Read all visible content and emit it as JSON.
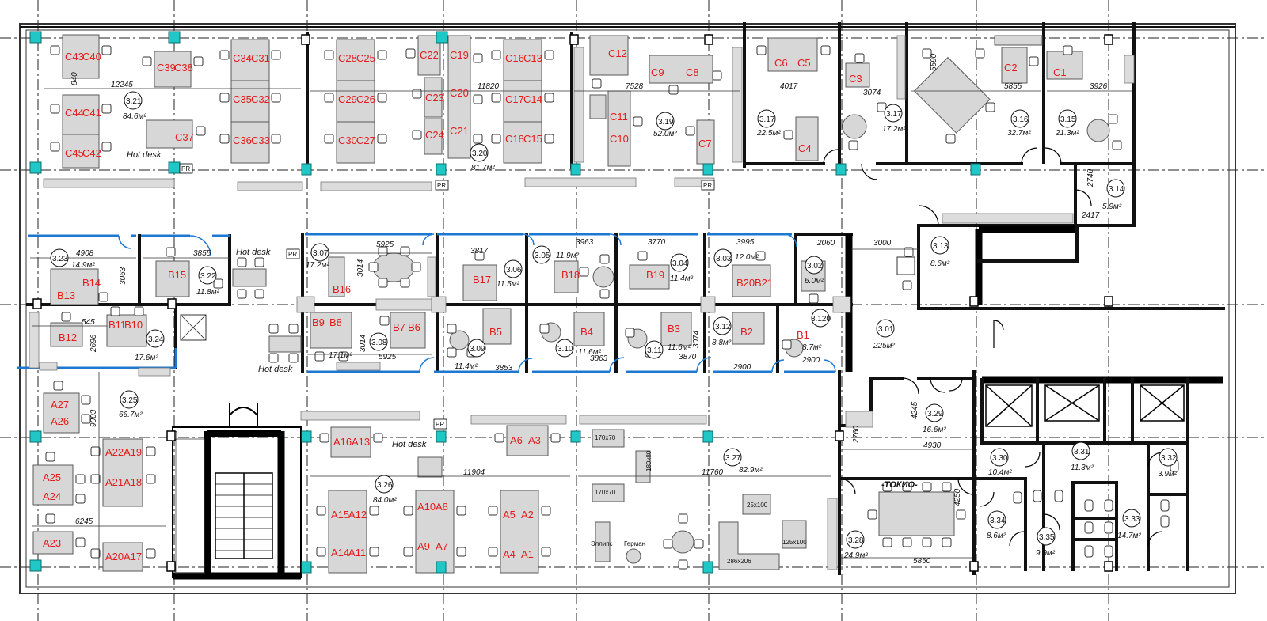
{
  "plan": {
    "desk_labels": [
      "C43",
      "C40",
      "C39",
      "C38",
      "C34",
      "C31",
      "C28",
      "C25",
      "C22",
      "C19",
      "C16",
      "C13",
      "C12",
      "C9",
      "C8",
      "C6",
      "C5",
      "C3",
      "C2",
      "C1",
      "C44",
      "C41",
      "C35",
      "C32",
      "C29",
      "C26",
      "C23",
      "C20",
      "C17",
      "C14",
      "C11",
      "C10",
      "C45",
      "C42",
      "C37",
      "C36",
      "C33",
      "C30",
      "C27",
      "C24",
      "C21",
      "C18",
      "C15",
      "C7",
      "C4",
      "B14",
      "B15",
      "B13",
      "B16",
      "B17",
      "B18",
      "B19",
      "B20",
      "B21",
      "B12",
      "B11",
      "B10",
      "B9",
      "B8",
      "B7",
      "B6",
      "B5",
      "B4",
      "B3",
      "B2",
      "B1",
      "A27",
      "A26",
      "A22",
      "A19",
      "A21",
      "A18",
      "A25",
      "A24",
      "A23",
      "A20",
      "A17",
      "A16",
      "A13",
      "A6",
      "A3",
      "A15",
      "A12",
      "A10",
      "A8",
      "A5",
      "A2",
      "A14",
      "A11",
      "A9",
      "A7",
      "A4",
      "A1"
    ],
    "room_ids": [
      "3.21",
      "3.20",
      "3.19",
      "3.17",
      "3.17",
      "3.16",
      "3.15",
      "3.14",
      "3.13",
      "3.23",
      "3.22",
      "3.07",
      "3.06",
      "3.05",
      "3.04",
      "3.03",
      "3.02",
      "3.24",
      "3.08",
      "3.09",
      "3.10",
      "3.11",
      "3.12",
      "3.120",
      "3.01",
      "3.25",
      "3.26",
      "3.27",
      "3.29",
      "3.30",
      "3.31",
      "3.32",
      "3.28",
      "3.34",
      "3.35",
      "3.33"
    ],
    "areas": [
      "84.6м²",
      "81.7м²",
      "52.0м²",
      "22.5м²",
      "17.2м²",
      "32.7м²",
      "21.3м²",
      "5.9м²",
      "8.6м²",
      "14.9м²",
      "11.8м²",
      "17.2м²",
      "11.5м²",
      "11.9м²",
      "11.4м²",
      "12.0м²",
      "6.0м²",
      "17.6м²",
      "17.1м²",
      "11.4м²",
      "11.6м²",
      "11.6м²",
      "8.8м²",
      "8.7м²",
      "225м²",
      "66.7м²",
      "84.0м²",
      "82.9м²",
      "16.6м²",
      "10.4м²",
      "11.3м²",
      "3.9м²",
      "24.9м²",
      "8.6м²",
      "9.9м²",
      "14.7м²"
    ],
    "dimensions": [
      "840",
      "12245",
      "11820",
      "7528",
      "4017",
      "3074",
      "5590",
      "5855",
      "3926",
      "2740",
      "2417",
      "4908",
      "3063",
      "3855",
      "5925",
      "3014",
      "3817",
      "3963",
      "3770",
      "3995",
      "2060",
      "3000",
      "545",
      "2696",
      "3014",
      "5925",
      "3853",
      "3863",
      "3870",
      "3074",
      "2900",
      "2900",
      "9003",
      "6245",
      "11904",
      "11760",
      "4245",
      "2760",
      "4930",
      "4250",
      "5850"
    ],
    "notes": [
      "Hot desk",
      "Hot desk",
      "Hot desk",
      "Hot desk",
      "PR",
      "PR",
      "PR",
      "PR",
      "PR"
    ],
    "meeting_room_name": "-ТОКИО-",
    "furniture_labels": [
      "170x70",
      "170x70",
      "180x80",
      "25x100",
      "125x100",
      "286x206",
      "Эллипс",
      "Герман"
    ],
    "colors": {
      "glass_partition": "#1e78d2",
      "column": "#1fc7c7",
      "desk_label": "#e51c1c"
    }
  }
}
